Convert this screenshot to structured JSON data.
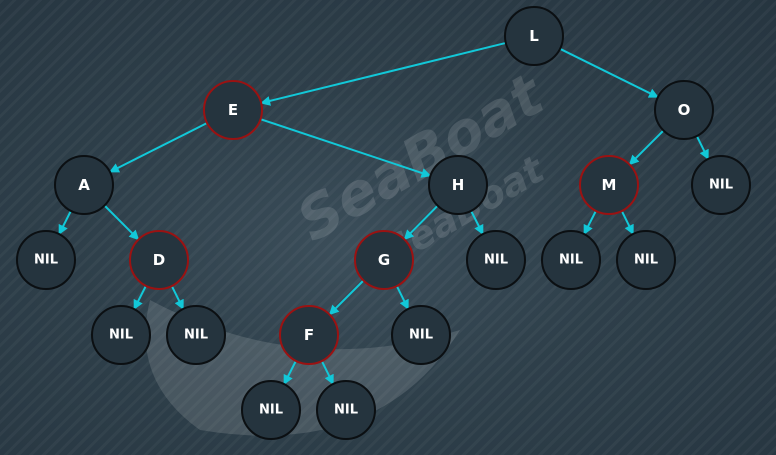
{
  "diagram": {
    "type": "red-black-tree",
    "colors": {
      "edge": "#12c8d8",
      "black_node_fill": "#25343e",
      "black_node_stroke": "#0b0f12",
      "red_node_stroke": "#9a1212",
      "label": "#ffffff",
      "background": "#2b3a44"
    },
    "nodes": [
      {
        "id": "L",
        "label": "L",
        "color": "black"
      },
      {
        "id": "E",
        "label": "E",
        "color": "red"
      },
      {
        "id": "O",
        "label": "O",
        "color": "black"
      },
      {
        "id": "A",
        "label": "A",
        "color": "black"
      },
      {
        "id": "H",
        "label": "H",
        "color": "black"
      },
      {
        "id": "M",
        "label": "M",
        "color": "red"
      },
      {
        "id": "nilO",
        "label": "NIL",
        "color": "black"
      },
      {
        "id": "nilA",
        "label": "NIL",
        "color": "black"
      },
      {
        "id": "D",
        "label": "D",
        "color": "red"
      },
      {
        "id": "G",
        "label": "G",
        "color": "red"
      },
      {
        "id": "nilH",
        "label": "NIL",
        "color": "black"
      },
      {
        "id": "nilM1",
        "label": "NIL",
        "color": "black"
      },
      {
        "id": "nilM2",
        "label": "NIL",
        "color": "black"
      },
      {
        "id": "nilD1",
        "label": "NIL",
        "color": "black"
      },
      {
        "id": "nilD2",
        "label": "NIL",
        "color": "black"
      },
      {
        "id": "F",
        "label": "F",
        "color": "red"
      },
      {
        "id": "nilG",
        "label": "NIL",
        "color": "black"
      },
      {
        "id": "nilF1",
        "label": "NIL",
        "color": "black"
      },
      {
        "id": "nilF2",
        "label": "NIL",
        "color": "black"
      }
    ],
    "edges": [
      [
        "L",
        "E"
      ],
      [
        "L",
        "O"
      ],
      [
        "E",
        "A"
      ],
      [
        "E",
        "H"
      ],
      [
        "O",
        "M"
      ],
      [
        "O",
        "nilO"
      ],
      [
        "A",
        "nilA"
      ],
      [
        "A",
        "D"
      ],
      [
        "H",
        "G"
      ],
      [
        "H",
        "nilH"
      ],
      [
        "M",
        "nilM1"
      ],
      [
        "M",
        "nilM2"
      ],
      [
        "D",
        "nilD1"
      ],
      [
        "D",
        "nilD2"
      ],
      [
        "G",
        "F"
      ],
      [
        "G",
        "nilG"
      ],
      [
        "F",
        "nilF1"
      ],
      [
        "F",
        "nilF2"
      ]
    ]
  },
  "watermark": {
    "line1": "SeaBoat",
    "line2": "SeaBoat"
  }
}
